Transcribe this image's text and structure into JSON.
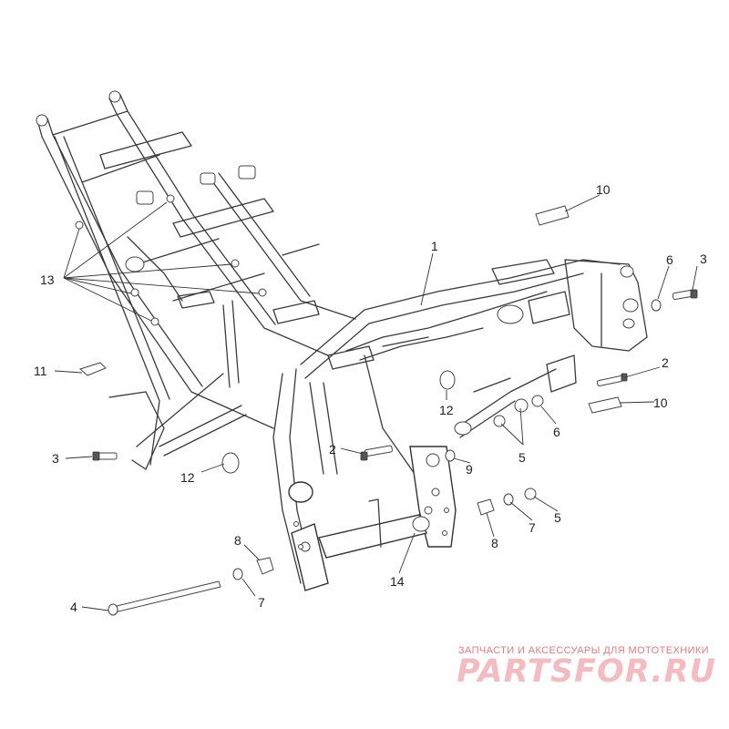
{
  "diagram": {
    "callouts": [
      {
        "id": "c1",
        "label": "1"
      },
      {
        "id": "c2a",
        "label": "2"
      },
      {
        "id": "c2b",
        "label": "2"
      },
      {
        "id": "c3a",
        "label": "3"
      },
      {
        "id": "c3b",
        "label": "3"
      },
      {
        "id": "c4",
        "label": "4"
      },
      {
        "id": "c5a",
        "label": "5"
      },
      {
        "id": "c5b",
        "label": "5"
      },
      {
        "id": "c6a",
        "label": "6"
      },
      {
        "id": "c6b",
        "label": "6"
      },
      {
        "id": "c7a",
        "label": "7"
      },
      {
        "id": "c7b",
        "label": "7"
      },
      {
        "id": "c8a",
        "label": "8"
      },
      {
        "id": "c8b",
        "label": "8"
      },
      {
        "id": "c9",
        "label": "9"
      },
      {
        "id": "c10a",
        "label": "10"
      },
      {
        "id": "c10b",
        "label": "10"
      },
      {
        "id": "c11",
        "label": "11"
      },
      {
        "id": "c12a",
        "label": "12"
      },
      {
        "id": "c12b",
        "label": "12"
      },
      {
        "id": "c13",
        "label": "13"
      },
      {
        "id": "c14",
        "label": "14"
      }
    ]
  },
  "watermark": {
    "tagline": "ЗАПЧАСТИ И АКСЕССУАРЫ ДЛЯ МОТОТЕХНИКИ",
    "logo": "PARTSFOR.RU",
    "color": "#e27b80"
  }
}
